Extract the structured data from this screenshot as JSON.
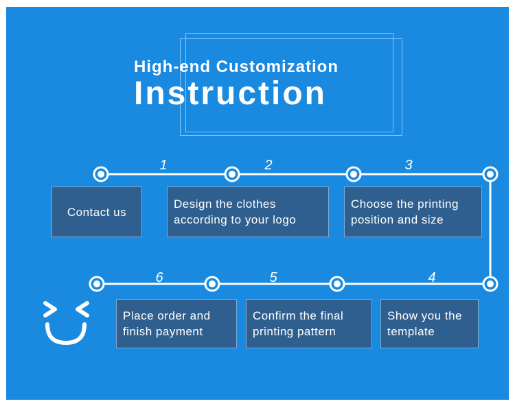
{
  "header": {
    "subtitle": "High-end Customization",
    "title": "Instruction"
  },
  "steps": [
    {
      "number": "1",
      "label": "Contact us"
    },
    {
      "number": "2",
      "label": "Design the clothes according to your logo"
    },
    {
      "number": "3",
      "label": "Choose the printing position and size"
    },
    {
      "number": "4",
      "label": "Show you the template"
    },
    {
      "number": "5",
      "label": "Confirm the final printing pattern"
    },
    {
      "number": "6",
      "label": "Place order and finish payment"
    }
  ],
  "colors": {
    "background": "#1a8ae0",
    "step_box": "#2f5f8f",
    "line": "#ffffff"
  },
  "icons": [
    "smiley-icon"
  ]
}
